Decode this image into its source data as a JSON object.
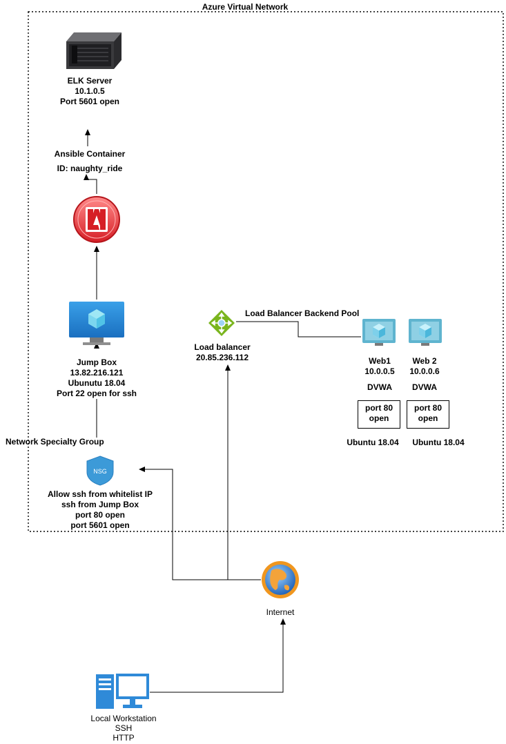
{
  "vnet": {
    "title": "Azure Virtual Network"
  },
  "elk": {
    "name": "ELK Server",
    "ip": "10.1.0.5",
    "port": "Port 5601 open"
  },
  "ansible": {
    "name": "Ansible Container",
    "id": "ID: naughty_ride"
  },
  "jumpbox": {
    "name": "Jump Box",
    "ip": "13.82.216.121",
    "os": "Ubunutu 18.04",
    "port": "Port 22 open for ssh"
  },
  "nsg": {
    "group_label": "Network Specialty Group",
    "icon_text": "NSG",
    "rules": [
      "Allow ssh from whitelist IP",
      "ssh from Jump Box",
      "port 80 open",
      "port 5601 open"
    ]
  },
  "loadbalancer": {
    "name": "Load balancer",
    "ip": "20.85.236.112",
    "pool_label": "Load Balancer Backend Pool"
  },
  "web1": {
    "name": "Web1",
    "ip": "10.0.0.5",
    "app": "DVWA",
    "port_line1": "port 80",
    "port_line2": "open",
    "os": "Ubuntu 18.04"
  },
  "web2": {
    "name": "Web 2",
    "ip": "10.0.0.6",
    "app": "DVWA",
    "port_line1": "port 80",
    "port_line2": "open",
    "os": "Ubuntu 18.04"
  },
  "internet": {
    "name": "Internet"
  },
  "workstation": {
    "name": "Local Workstation",
    "proto1": "SSH",
    "proto2": "HTTP"
  },
  "colors": {
    "azure_blue": "#1e90d6",
    "nsg_blue": "#3c9ad8",
    "lb_green": "#7ab51d",
    "ansible_red": "#e8363b",
    "vm_teal": "#5fb4cf"
  },
  "icons": [
    "server-icon",
    "ansible-icon",
    "virtual-machine-icon",
    "nsg-shield-icon",
    "load-balancer-icon",
    "globe-icon",
    "workstation-icon"
  ]
}
